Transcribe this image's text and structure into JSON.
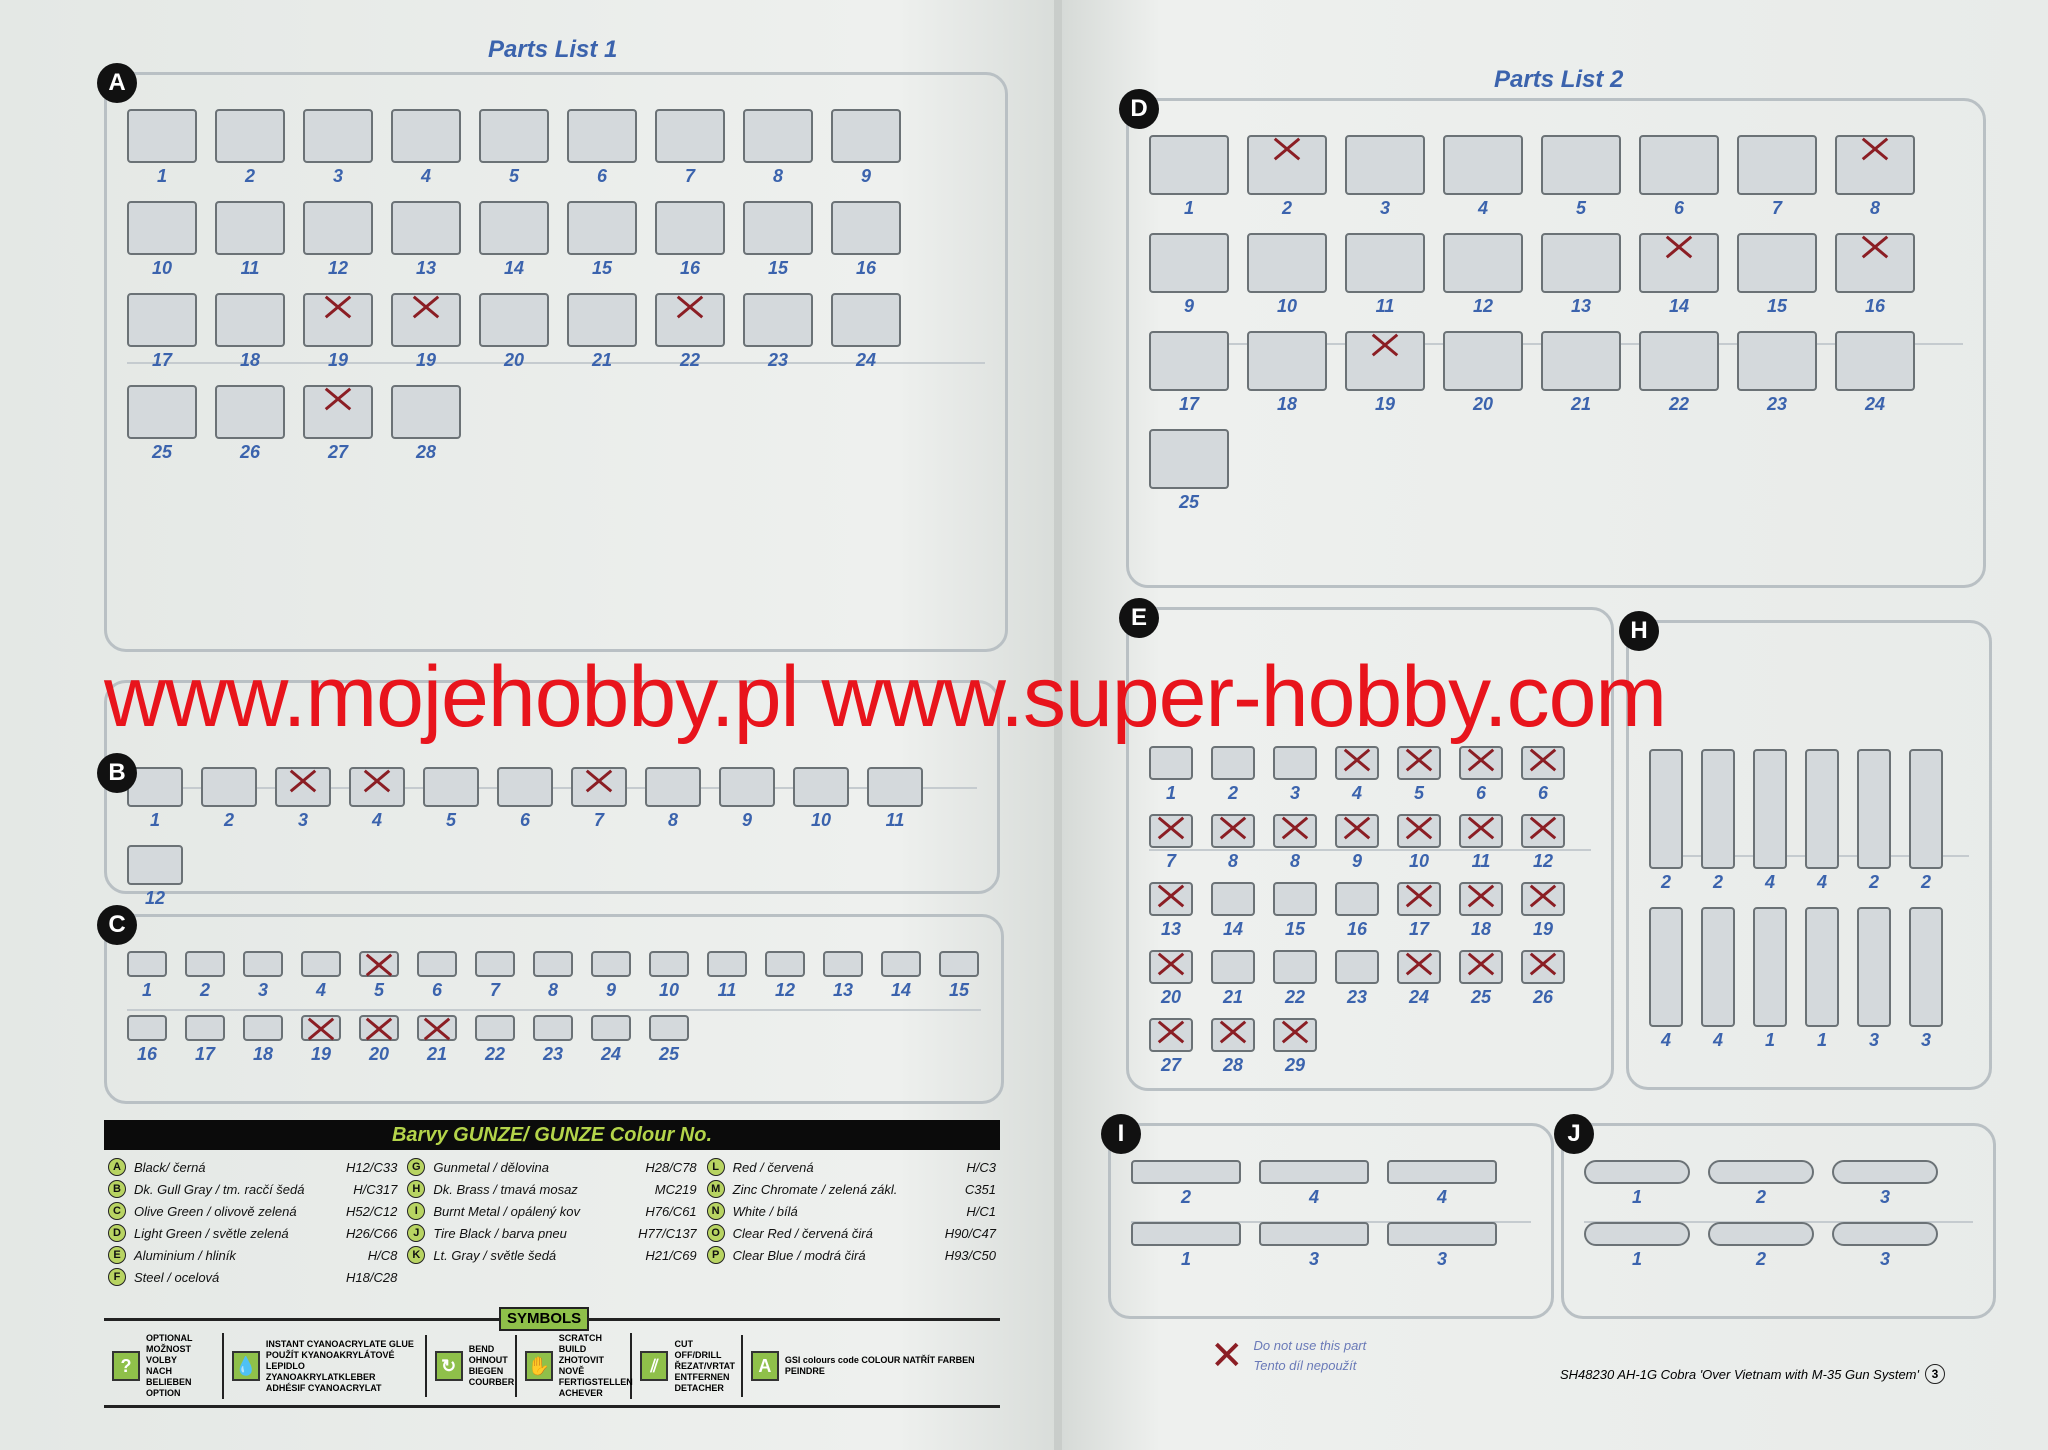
{
  "left_title": "Parts List 1",
  "right_title": "Parts List 2",
  "watermark": "www.mojehobby.pl www.super-hobby.com",
  "sprues": {
    "A": {
      "letter": "A",
      "parts": [
        {
          "n": "1"
        },
        {
          "n": "2"
        },
        {
          "n": "3"
        },
        {
          "n": "4"
        },
        {
          "n": "5"
        },
        {
          "n": "6"
        },
        {
          "n": "7"
        },
        {
          "n": "8"
        },
        {
          "n": "9"
        },
        {
          "n": "10"
        },
        {
          "n": "11"
        },
        {
          "n": "12"
        },
        {
          "n": "13"
        },
        {
          "n": "14"
        },
        {
          "n": "15"
        },
        {
          "n": "16"
        },
        {
          "n": "15"
        },
        {
          "n": "16"
        },
        {
          "n": "17"
        },
        {
          "n": "18"
        },
        {
          "n": "19",
          "x": true
        },
        {
          "n": "19",
          "x": true
        },
        {
          "n": "20"
        },
        {
          "n": "21"
        },
        {
          "n": "22",
          "x": true
        },
        {
          "n": "23"
        },
        {
          "n": "24"
        },
        {
          "n": "25"
        },
        {
          "n": "26"
        },
        {
          "n": "27",
          "x": true
        },
        {
          "n": "28"
        }
      ]
    },
    "B": {
      "letter": "B",
      "parts": [
        {
          "n": "1"
        },
        {
          "n": "2"
        },
        {
          "n": "3",
          "x": true
        },
        {
          "n": "4",
          "x": true
        },
        {
          "n": "5"
        },
        {
          "n": "6"
        },
        {
          "n": "7",
          "x": true
        },
        {
          "n": "8"
        },
        {
          "n": "9"
        },
        {
          "n": "10"
        },
        {
          "n": "11"
        },
        {
          "n": "12"
        }
      ]
    },
    "C": {
      "letter": "C",
      "parts": [
        {
          "n": "1"
        },
        {
          "n": "2"
        },
        {
          "n": "3"
        },
        {
          "n": "4"
        },
        {
          "n": "5",
          "x": true
        },
        {
          "n": "6"
        },
        {
          "n": "7"
        },
        {
          "n": "8"
        },
        {
          "n": "9"
        },
        {
          "n": "10"
        },
        {
          "n": "11"
        },
        {
          "n": "12"
        },
        {
          "n": "13"
        },
        {
          "n": "14"
        },
        {
          "n": "15"
        },
        {
          "n": "16"
        },
        {
          "n": "17"
        },
        {
          "n": "18"
        },
        {
          "n": "19",
          "x": true
        },
        {
          "n": "20",
          "x": true
        },
        {
          "n": "21",
          "x": true
        },
        {
          "n": "22"
        },
        {
          "n": "23"
        },
        {
          "n": "24"
        },
        {
          "n": "25"
        }
      ]
    },
    "D": {
      "letter": "D",
      "parts": [
        {
          "n": "1"
        },
        {
          "n": "2",
          "x": true
        },
        {
          "n": "3"
        },
        {
          "n": "4"
        },
        {
          "n": "5"
        },
        {
          "n": "6"
        },
        {
          "n": "7"
        },
        {
          "n": "8",
          "x": true
        },
        {
          "n": "9"
        },
        {
          "n": "10"
        },
        {
          "n": "11"
        },
        {
          "n": "12"
        },
        {
          "n": "13"
        },
        {
          "n": "14",
          "x": true
        },
        {
          "n": "15"
        },
        {
          "n": "16",
          "x": true
        },
        {
          "n": "17"
        },
        {
          "n": "18"
        },
        {
          "n": "19",
          "x": true
        },
        {
          "n": "20"
        },
        {
          "n": "21"
        },
        {
          "n": "22"
        },
        {
          "n": "23"
        },
        {
          "n": "24"
        },
        {
          "n": "25"
        }
      ]
    },
    "E": {
      "letter": "E",
      "parts": [
        {
          "n": "1"
        },
        {
          "n": "2"
        },
        {
          "n": "3"
        },
        {
          "n": "4",
          "x": true
        },
        {
          "n": "5",
          "x": true
        },
        {
          "n": "6",
          "x": true
        },
        {
          "n": "6",
          "x": true
        },
        {
          "n": "7",
          "x": true
        },
        {
          "n": "8",
          "x": true
        },
        {
          "n": "8",
          "x": true
        },
        {
          "n": "9",
          "x": true
        },
        {
          "n": "10",
          "x": true
        },
        {
          "n": "11",
          "x": true
        },
        {
          "n": "12",
          "x": true
        },
        {
          "n": "13",
          "x": true
        },
        {
          "n": "14"
        },
        {
          "n": "15"
        },
        {
          "n": "16"
        },
        {
          "n": "17",
          "x": true
        },
        {
          "n": "18",
          "x": true
        },
        {
          "n": "19",
          "x": true
        },
        {
          "n": "20",
          "x": true
        },
        {
          "n": "21"
        },
        {
          "n": "22"
        },
        {
          "n": "23"
        },
        {
          "n": "24",
          "x": true
        },
        {
          "n": "25",
          "x": true
        },
        {
          "n": "26",
          "x": true
        },
        {
          "n": "27",
          "x": true
        },
        {
          "n": "28",
          "x": true
        },
        {
          "n": "29",
          "x": true
        }
      ]
    },
    "H": {
      "letter": "H",
      "parts": [
        {
          "n": "2"
        },
        {
          "n": "2"
        },
        {
          "n": "4"
        },
        {
          "n": "4"
        },
        {
          "n": "2"
        },
        {
          "n": "2"
        },
        {
          "n": "4"
        },
        {
          "n": "4"
        },
        {
          "n": "1"
        },
        {
          "n": "1"
        },
        {
          "n": "3"
        },
        {
          "n": "3"
        }
      ]
    },
    "I": {
      "letter": "I",
      "parts": [
        {
          "n": "2"
        },
        {
          "n": "4"
        },
        {
          "n": "4"
        },
        {
          "n": "1"
        },
        {
          "n": "3"
        },
        {
          "n": "3"
        }
      ]
    },
    "J": {
      "letter": "J",
      "parts": [
        {
          "n": "1"
        },
        {
          "n": "2"
        },
        {
          "n": "3"
        },
        {
          "n": "1"
        },
        {
          "n": "2"
        },
        {
          "n": "3"
        }
      ]
    }
  },
  "colours": {
    "title": "Barvy GUNZE/ GUNZE Colour No.",
    "items": [
      {
        "l": "A",
        "name": "Black/ černá",
        "code": "H12/C33"
      },
      {
        "l": "B",
        "name": "Dk. Gull Gray / tm. racčí šedá",
        "code": "H/C317"
      },
      {
        "l": "C",
        "name": "Olive Green / olivově zelená",
        "code": "H52/C12"
      },
      {
        "l": "D",
        "name": "Light Green / světle zelená",
        "code": "H26/C66"
      },
      {
        "l": "E",
        "name": "Aluminium / hliník",
        "code": "H/C8"
      },
      {
        "l": "F",
        "name": "Steel / ocelová",
        "code": "H18/C28"
      },
      {
        "l": "G",
        "name": "Gunmetal / dělovina",
        "code": "H28/C78"
      },
      {
        "l": "H",
        "name": "Dk. Brass / tmavá mosaz",
        "code": "MC219"
      },
      {
        "l": "I",
        "name": "Burnt Metal / opálený kov",
        "code": "H76/C61"
      },
      {
        "l": "J",
        "name": "Tire Black / barva pneu",
        "code": "H77/C137"
      },
      {
        "l": "K",
        "name": "Lt. Gray / světle šedá",
        "code": "H21/C69"
      },
      {
        "l": "L",
        "name": "Red / červená",
        "code": "H/C3"
      },
      {
        "l": "M",
        "name": "Zinc Chromate / zelená zákl.",
        "code": "C351"
      },
      {
        "l": "N",
        "name": "White / bílá",
        "code": "H/C1"
      },
      {
        "l": "O",
        "name": "Clear Red / červená čirá",
        "code": "H90/C47"
      },
      {
        "l": "P",
        "name": "Clear Blue / modrá čirá",
        "code": "H93/C50"
      }
    ]
  },
  "symbols": {
    "title": "SYMBOLS",
    "items": [
      {
        "icon": "?",
        "text": "OPTIONAL\nMOŽNOST VOLBY\nNACH BELIEBEN\nOPTION"
      },
      {
        "icon": "💧",
        "text": "INSTANT CYANOACRYLATE GLUE\nPOUŽÍT KYANOAKRYLÁTOVÉ LEPIDLO\nZYANOAKRYLATKLEBER\nADHÉSIF CYANOACRYLAT"
      },
      {
        "icon": "↻",
        "text": "BEND\nOHNOUT\nBIEGEN\nCOURBER"
      },
      {
        "icon": "✋",
        "text": "SCRATCH BUILD\nZHOTOVIT NOVĚ\nFERTIGSTELLEN\nACHEVER"
      },
      {
        "icon": "⫽",
        "text": "CUT OFF/DRILL\nŘEZAT/VRTAT\nENTFERNEN\nDETACHER"
      },
      {
        "icon": "A",
        "text": "GSI colours code  COLOUR NATŘÍT FARBEN PEINDRE"
      }
    ]
  },
  "legend": {
    "line1": "Do not use this part",
    "line2": "Tento díl nepoužít"
  },
  "footer": {
    "text": "SH48230  AH-1G Cobra 'Over Vietnam with M-35 Gun System'",
    "page": "3"
  }
}
